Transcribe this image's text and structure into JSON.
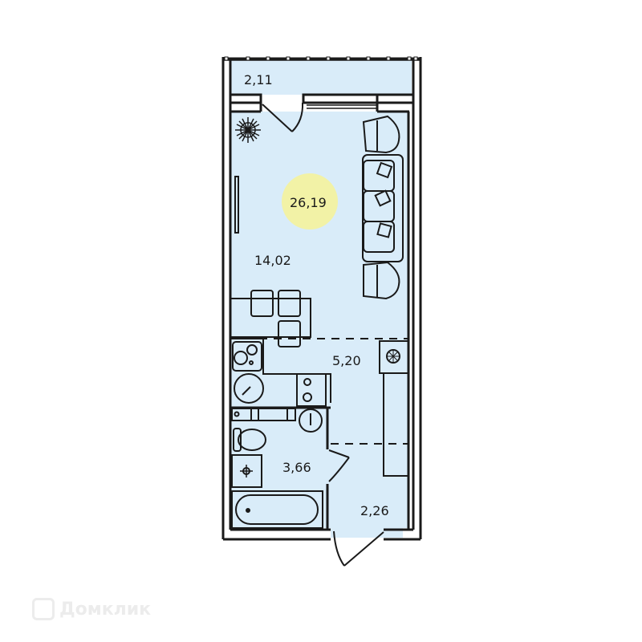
{
  "plan": {
    "total_area": "26,19",
    "colors": {
      "room_fill": "#d9ecf9",
      "wall": "#1a1a1a",
      "total_badge": "#f2f2a6",
      "background": "#ffffff"
    },
    "rooms": [
      {
        "id": "balcony",
        "area": "2,11"
      },
      {
        "id": "living",
        "area": "14,02"
      },
      {
        "id": "kitchen",
        "area": "5,20"
      },
      {
        "id": "bathroom",
        "area": "3,66"
      },
      {
        "id": "hallway",
        "area": "2,26"
      }
    ]
  },
  "watermark": {
    "text": "Домклик"
  }
}
